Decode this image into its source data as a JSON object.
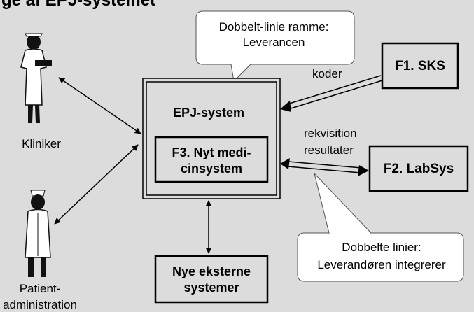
{
  "title": "ge af EPJ-systemet",
  "callouts": {
    "top": {
      "line1": "Dobbelt-linie ramme:",
      "line2": "Leverancen"
    },
    "bottom": {
      "line1": "Dobbelte linier:",
      "line2": "Leverandøren integrerer"
    }
  },
  "boxes": {
    "epj": {
      "label": "EPJ-system"
    },
    "medicin": {
      "line1": "F3. Nyt medi-",
      "line2": "cinsystem"
    },
    "sks": {
      "label": "F1. SKS"
    },
    "labsys": {
      "label": "F2. LabSys"
    },
    "eksterne": {
      "line1": "Nye eksterne",
      "line2": "systemer"
    }
  },
  "actors": {
    "kliniker": {
      "label": "Kliniker"
    },
    "patient": {
      "line1": "Patient-",
      "line2": "administration"
    }
  },
  "flows": {
    "koder": "koder",
    "rekvisition": "rekvisition",
    "resultater": "resultater"
  }
}
